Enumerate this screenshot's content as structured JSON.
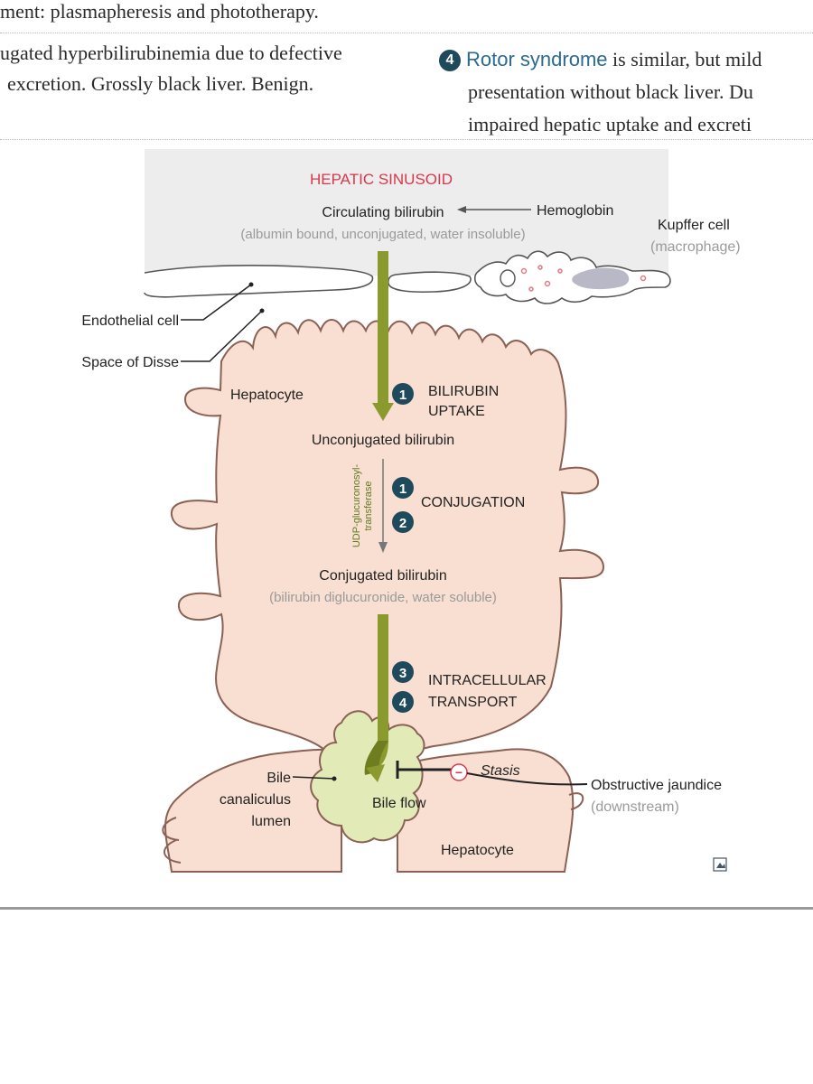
{
  "text": {
    "top_line": "ment: plasmapheresis and phototherapy.",
    "left_para": [
      "ugated hyperbilirubinemia due to defective",
      "excretion. Grossly black liver. Benign."
    ],
    "right_para": {
      "badge": "4",
      "term": "Rotor syndrome",
      "line1_rest": " is similar, but mild",
      "line2": "presentation without black liver. Du",
      "line3": "impaired hepatic uptake and excreti"
    }
  },
  "diagram": {
    "hepatic_sinusoid": "HEPATIC SINUSOID",
    "circulating_bilirubin": "Circulating bilirubin",
    "circulating_note": "(albumin bound, unconjugated, water insoluble)",
    "hemoglobin": "Hemoglobin",
    "kupffer": "Kupffer cell",
    "kupffer_note": "(macrophage)",
    "endothelial": "Endothelial cell",
    "disse": "Space of Disse",
    "hepatocyte_top": "Hepatocyte",
    "step_uptake_num": "1",
    "step_uptake_l1": "BILIRUBIN",
    "step_uptake_l2": "UPTAKE",
    "unconjugated": "Unconjugated bilirubin",
    "enzyme_l1": "UDP-glucuronosyl-",
    "enzyme_l2": "transferase",
    "conj_num1": "1",
    "conj_num2": "2",
    "conjugation": "CONJUGATION",
    "conjugated": "Conjugated bilirubin",
    "conjugated_note": "(bilirubin diglucuronide, water soluble)",
    "transport_num1": "3",
    "transport_num2": "4",
    "transport_l1": "INTRACELLULAR",
    "transport_l2": "TRANSPORT",
    "bile_l1": "Bile",
    "bile_l2": "canaliculus",
    "bile_l3": "lumen",
    "bile_flow": "Bile flow",
    "stasis": "Stasis",
    "minus": "−",
    "obstructive": "Obstructive jaundice",
    "obstructive_note": "(downstream)",
    "hepatocyte_bottom": "Hepatocyte",
    "figure_icon": "figure-icon"
  },
  "colors": {
    "arrow_green": "#8b9a2f",
    "hepatocyte_fill": "#f8dfd2",
    "hepatocyte_stroke": "#8a6155",
    "sinusoid_bg": "#ededed",
    "canaliculus_fill": "#e2eab8",
    "label_red": "#d8384a",
    "badge_teal": "#1f4a5c",
    "link_blue": "#2a6b8f"
  }
}
